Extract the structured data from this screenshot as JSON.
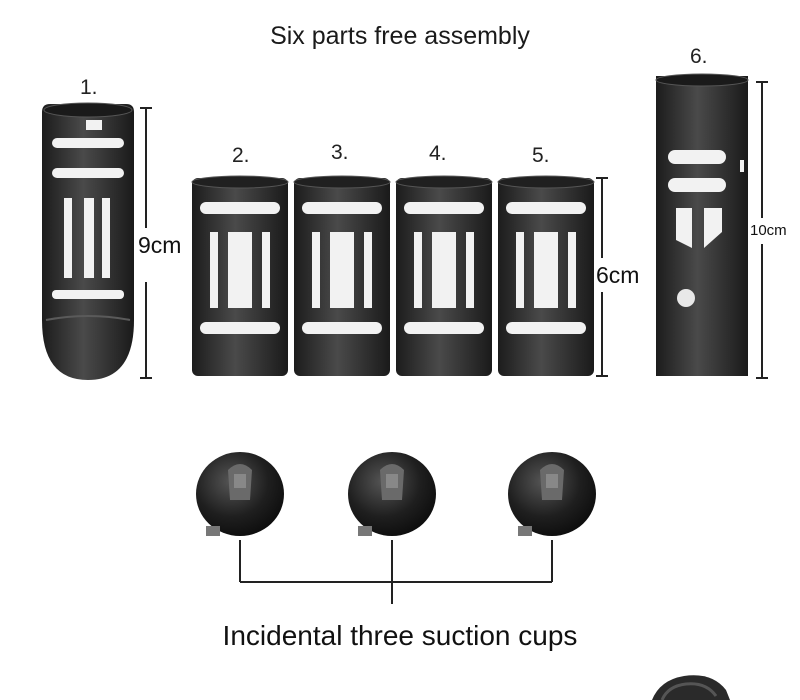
{
  "title": "Six parts free assembly",
  "parts": [
    {
      "number": "1."
    },
    {
      "number": "2."
    },
    {
      "number": "3."
    },
    {
      "number": "4."
    },
    {
      "number": "5."
    },
    {
      "number": "6."
    }
  ],
  "dimensions": {
    "part1_height": "9cm",
    "parts2to5_height": "6cm",
    "part6_height": "10cm"
  },
  "caption": "Incidental three suction cups",
  "colors": {
    "part_body": "#2e2e2e",
    "slot": "#f2f2f2",
    "line": "#222222"
  }
}
